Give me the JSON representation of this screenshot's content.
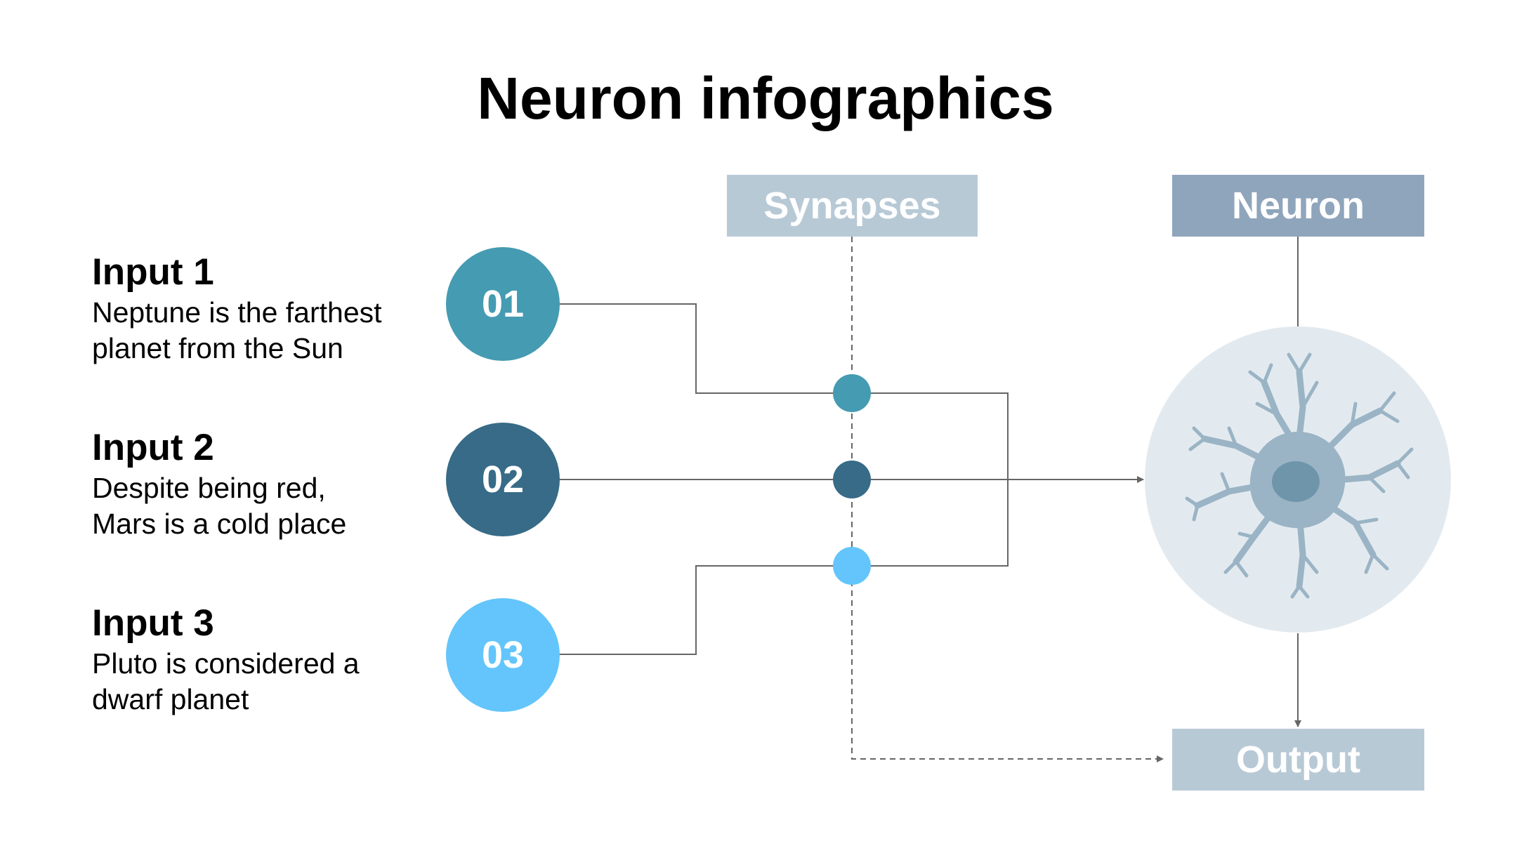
{
  "title": "Neuron infographics",
  "inputs": [
    {
      "heading": "Input 1",
      "line1": "Neptune is the farthest",
      "line2": "planet from the Sun",
      "number": "01",
      "color": "#459bb2"
    },
    {
      "heading": "Input 2",
      "line1": "Despite being red,",
      "line2": "Mars is a cold place",
      "number": "02",
      "color": "#376b87"
    },
    {
      "heading": "Input 3",
      "line1": "Pluto is considered a",
      "line2": "dwarf planet",
      "number": "03",
      "color": "#63c5fb"
    }
  ],
  "labels": {
    "synapses": "Synapses",
    "neuron": "Neuron",
    "output": "Output"
  },
  "colors": {
    "synapses_box": "#b8c9d6",
    "neuron_box": "#8fa5bc",
    "output_box": "#b8c9d6",
    "neuron_circle": "#e3eaef",
    "neuron_cell": "#9ab4c5",
    "nucleus": "#6f95ab",
    "connector": "#666666"
  },
  "icons": [
    "neuron-cell-icon",
    "arrow-right-icon",
    "arrow-down-icon"
  ]
}
